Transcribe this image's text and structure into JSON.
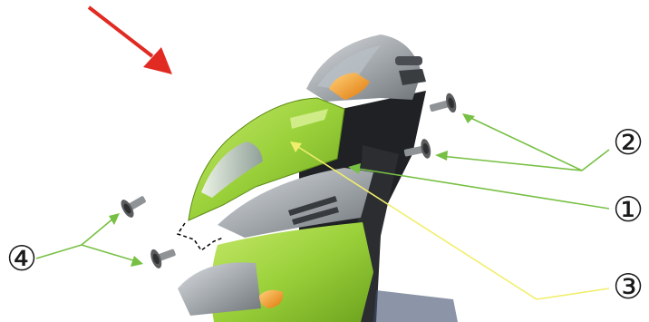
{
  "callouts": [
    {
      "id": "1",
      "label": "①",
      "target": "front-panel-edge",
      "leader_color": "#77c043"
    },
    {
      "id": "2",
      "label": "②",
      "target": "upper-screws",
      "leader_color": "#77c043"
    },
    {
      "id": "3",
      "label": "③",
      "target": "front-cover-surface",
      "leader_color": "#f1ee6c"
    },
    {
      "id": "4",
      "label": "④",
      "target": "lower-screws",
      "leader_color": "#77c043"
    }
  ],
  "arrow": {
    "color": "#e02a22",
    "direction": "down-right"
  },
  "parts": {
    "body_color": "#9ad13a",
    "trim_color": "#9ea3a8",
    "indicator_color": "#f39a1c",
    "hardware_color": "#5b5d5e"
  }
}
